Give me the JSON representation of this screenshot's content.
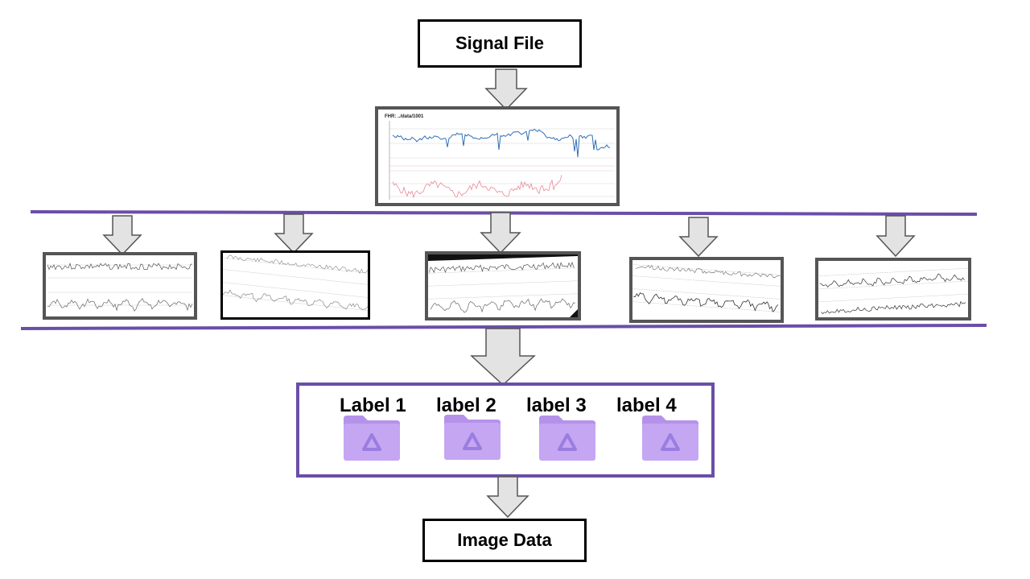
{
  "nodes": {
    "signal_file": "Signal File",
    "image_data": "Image Data"
  },
  "main_plot": {
    "title": "FHR: ../data/1001"
  },
  "colors": {
    "accent": "#6a4ea8",
    "arrow_fill": "#e3e3e3",
    "arrow_stroke": "#555555",
    "fhr_line": "#2f6fb3",
    "uc_line": "#e88a98",
    "folder": "#c4a6f2",
    "folder_tab": "#b592ea",
    "folder_logo": "#9a7de0"
  },
  "labels": [
    {
      "text": "Label 1",
      "icon": "folder-icon"
    },
    {
      "text": "label 2",
      "icon": "folder-icon"
    },
    {
      "text": "label 3",
      "icon": "folder-icon"
    },
    {
      "text": "label 4",
      "icon": "folder-icon"
    }
  ],
  "augmentations": [
    {
      "name": "augmented-plot-1"
    },
    {
      "name": "augmented-plot-2"
    },
    {
      "name": "augmented-plot-3"
    },
    {
      "name": "augmented-plot-4"
    },
    {
      "name": "augmented-plot-5"
    }
  ]
}
